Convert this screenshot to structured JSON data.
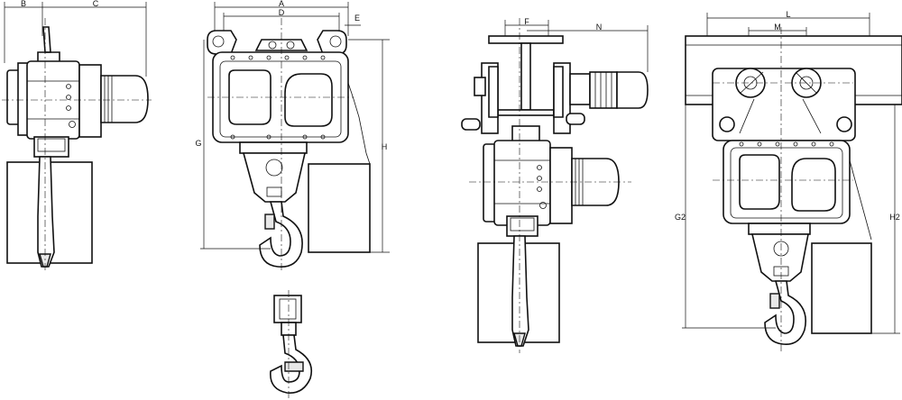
{
  "dimensions": {
    "B": "B",
    "C": "C",
    "A": "A",
    "D": "D",
    "E": "E",
    "G": "G",
    "H": "H",
    "F": "F",
    "N": "N",
    "L": "L",
    "M": "M",
    "G2": "G2",
    "H2": "H2"
  },
  "colors": {
    "ink": "#111111",
    "paper": "#ffffff"
  }
}
